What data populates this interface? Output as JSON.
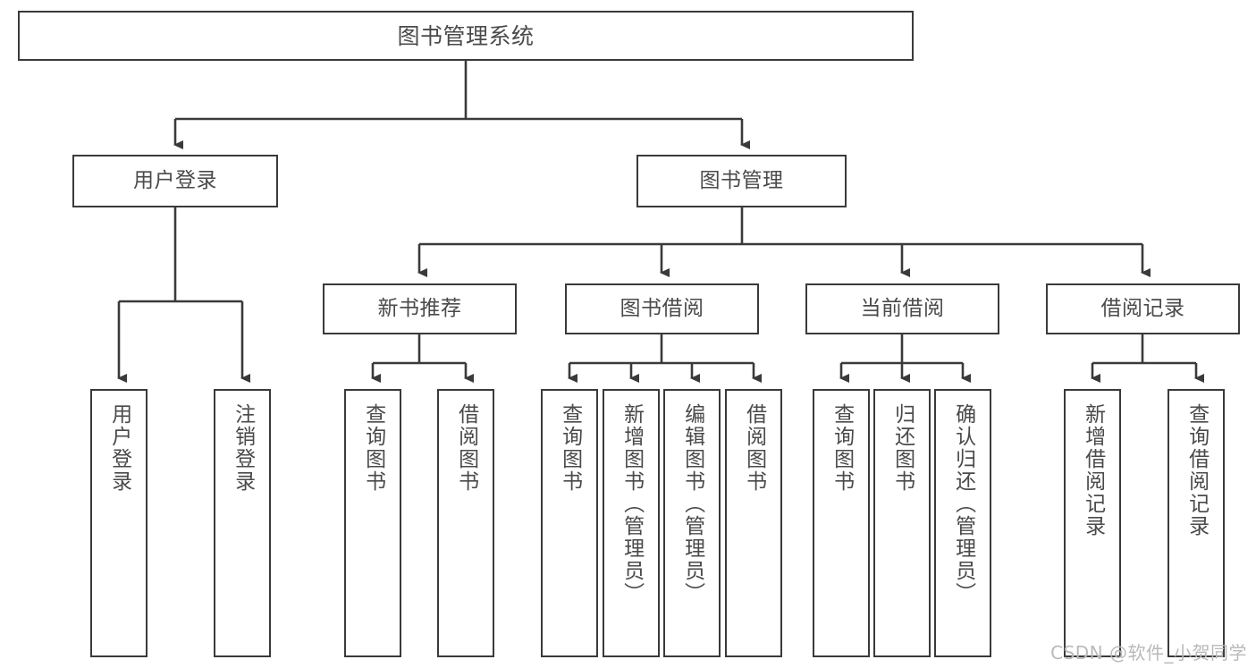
{
  "diagram": {
    "type": "tree",
    "title": "图书管理系统",
    "root": {
      "id": "root",
      "label": "图书管理系统"
    },
    "level2": [
      {
        "id": "user-login",
        "label": "用户登录"
      },
      {
        "id": "book-manage",
        "label": "图书管理"
      }
    ],
    "level3": [
      {
        "id": "new-book-rec",
        "label": "新书推荐"
      },
      {
        "id": "book-borrow",
        "label": "图书借阅"
      },
      {
        "id": "current-borrow",
        "label": "当前借阅"
      },
      {
        "id": "borrow-record",
        "label": "借阅记录"
      }
    ],
    "leaves": {
      "user_login": [
        {
          "id": "leaf-user-login",
          "label": "用户登录"
        },
        {
          "id": "leaf-user-logout",
          "label": "注销登录"
        }
      ],
      "new_book_rec": [
        {
          "id": "leaf-query-book-1",
          "label": "查询图书"
        },
        {
          "id": "leaf-borrow-book-1",
          "label": "借阅图书"
        }
      ],
      "book_borrow": [
        {
          "id": "leaf-query-book-2",
          "label": "查询图书"
        },
        {
          "id": "leaf-add-book",
          "label": "新增图书（管理员）"
        },
        {
          "id": "leaf-edit-book",
          "label": "编辑图书（管理员）"
        },
        {
          "id": "leaf-borrow-book-2",
          "label": "借阅图书"
        }
      ],
      "current_borrow": [
        {
          "id": "leaf-query-book-3",
          "label": "查询图书"
        },
        {
          "id": "leaf-return-book",
          "label": "归还图书"
        },
        {
          "id": "leaf-confirm-return",
          "label": "确认归还（管理员）"
        }
      ],
      "borrow_record": [
        {
          "id": "leaf-add-record",
          "label": "新增借阅记录"
        },
        {
          "id": "leaf-query-record",
          "label": "查询借阅记录"
        }
      ]
    }
  },
  "watermark": {
    "text": "CSDN @软件_小贺同学"
  },
  "colors": {
    "background": "#ffffff",
    "node_fill": "#ffffff",
    "node_border": "#3a3a3a",
    "text": "#4a4a4a",
    "edge": "#3a3a3a",
    "watermark": "#b9b9b9"
  }
}
